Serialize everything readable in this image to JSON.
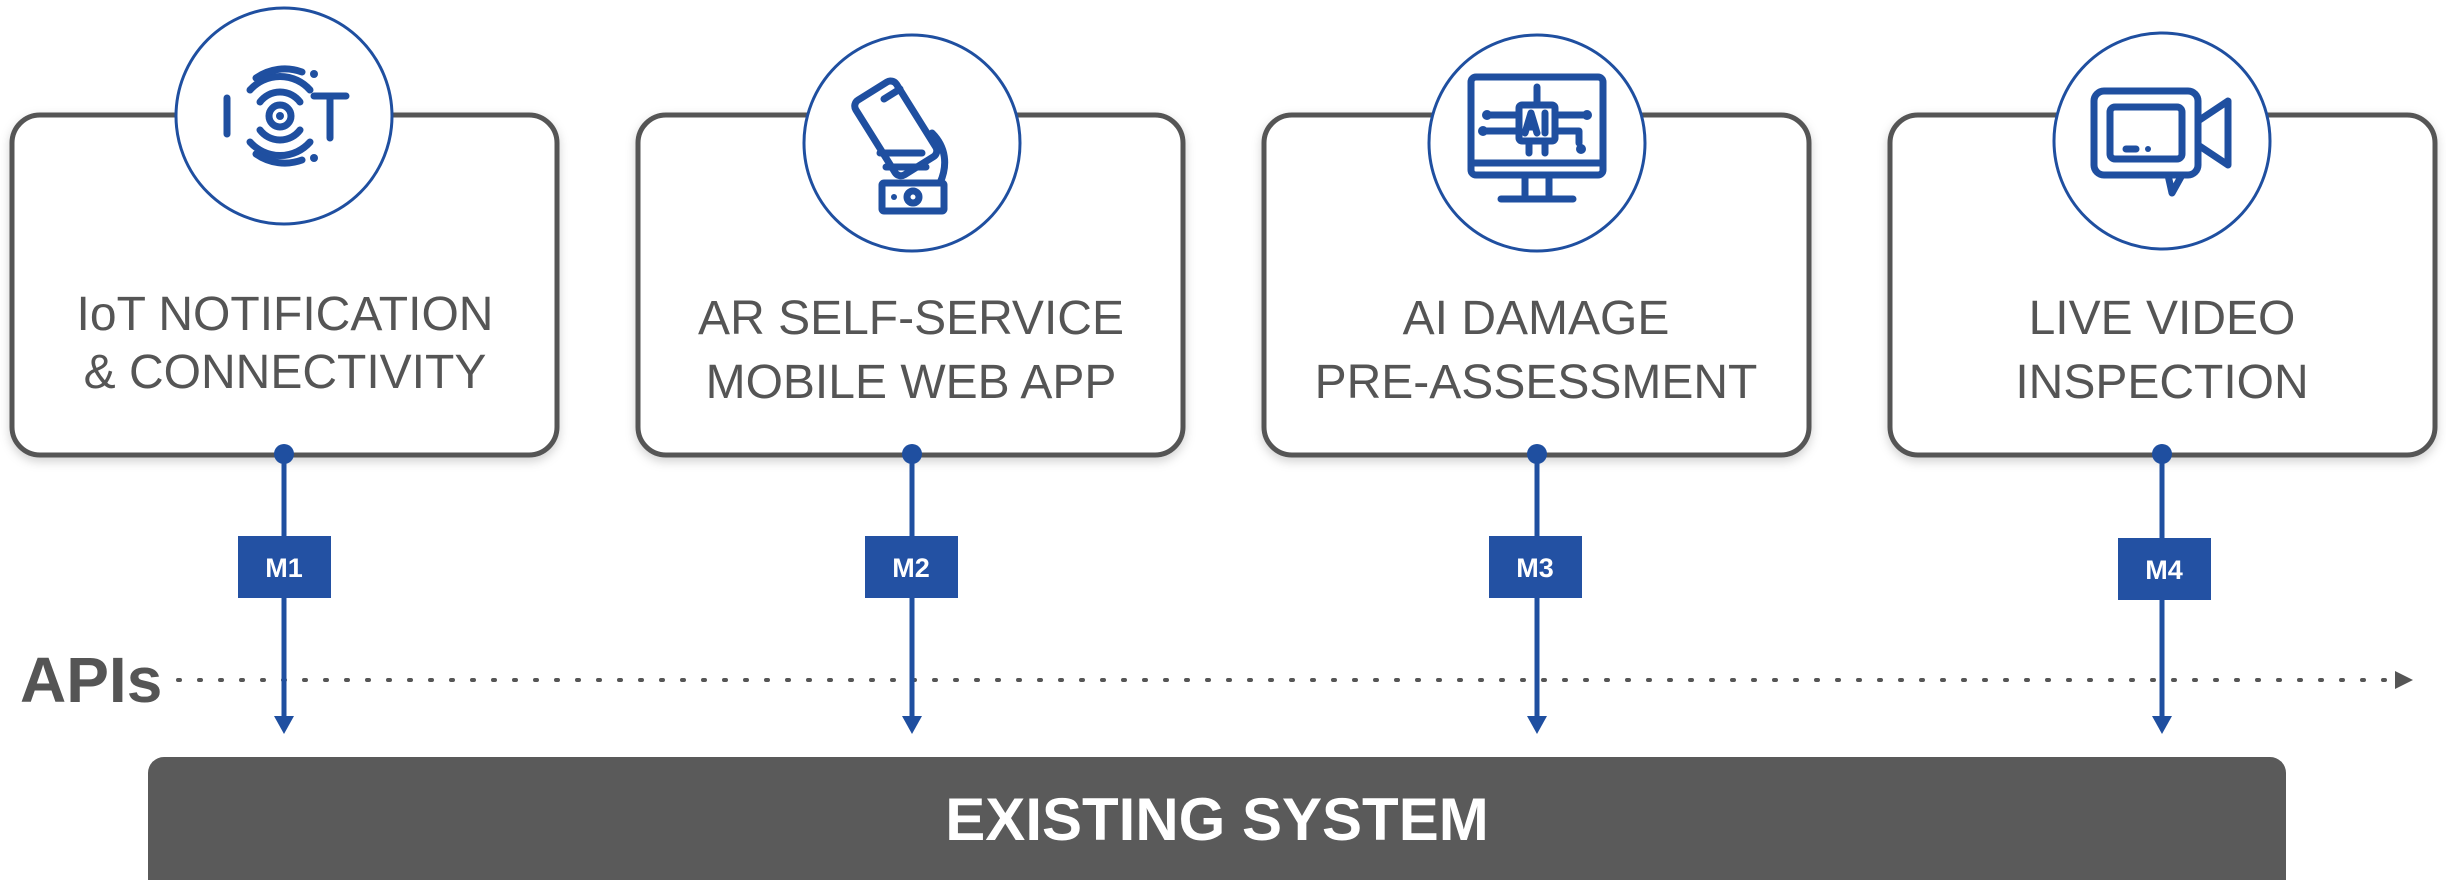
{
  "modules": [
    {
      "icon": "iot-icon",
      "lines": [
        "IoT NOTIFICATION",
        "& CONNECTIVITY"
      ],
      "badge": "M1"
    },
    {
      "icon": "smartphone-hand-icon",
      "lines": [
        "AR SELF-SERVICE",
        "MOBILE WEB APP"
      ],
      "badge": "M2"
    },
    {
      "icon": "ai-chip-monitor-icon",
      "lines": [
        "AI DAMAGE",
        "PRE-ASSESSMENT"
      ],
      "badge": "M3"
    },
    {
      "icon": "video-camera-icon",
      "lines": [
        "LIVE VIDEO",
        "INSPECTION"
      ],
      "badge": "M4"
    }
  ],
  "apis_label": "APIs",
  "system_label": "EXISTING SYSTEM",
  "colors": {
    "accent": "#1f4fa0",
    "badge": "#2351a3",
    "card_border": "#555555",
    "system_bar": "#5a5a5a",
    "text": "#555555"
  }
}
